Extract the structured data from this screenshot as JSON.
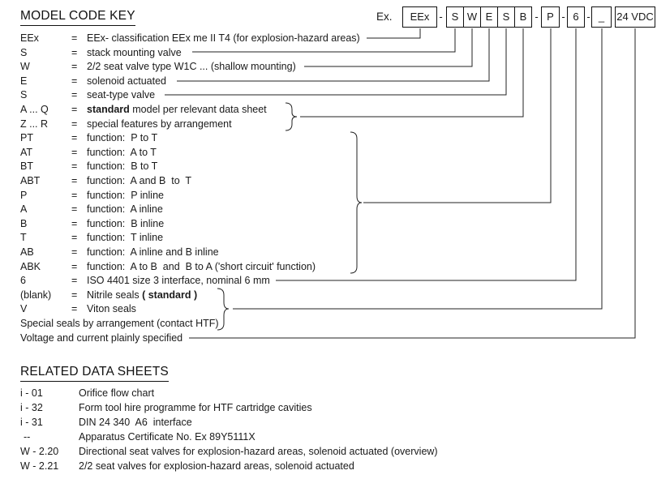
{
  "title": "MODEL CODE KEY",
  "example": {
    "label": "Ex.",
    "dash": "-",
    "boxes": [
      "EEx",
      "S",
      "W",
      "E",
      "S",
      "B",
      "P",
      "6",
      "_",
      "24 VDC"
    ]
  },
  "key": {
    "eq": "=",
    "rows": [
      {
        "code": "EEx",
        "d1": "EEx- classification EEx me II T4 (for explosion-hazard areas)"
      },
      {
        "code": "S",
        "d1": "stack mounting valve"
      },
      {
        "code": "W",
        "d1": "2/2 seat valve type W1C ... (shallow mounting)"
      },
      {
        "code": "E",
        "d1": "solenoid actuated"
      },
      {
        "code": "S",
        "d1": "seat-type valve"
      },
      {
        "code": "A ... Q",
        "b": "standard",
        "d2": " model per relevant data sheet"
      },
      {
        "code": "Z ... R",
        "d1": "special features by arrangement"
      },
      {
        "code": "PT",
        "d1": "function:  P to T"
      },
      {
        "code": "AT",
        "d1": "function:  A to T"
      },
      {
        "code": "BT",
        "d1": "function:  B to T"
      },
      {
        "code": "ABT",
        "d1": "function:  A and B  to  T"
      },
      {
        "code": "P",
        "d1": "function:  P inline"
      },
      {
        "code": "A",
        "d1": "function:  A inline"
      },
      {
        "code": "B",
        "d1": "function:  B inline"
      },
      {
        "code": "T",
        "d1": "function:  T inline"
      },
      {
        "code": "AB",
        "d1": "function:  A inline and B inline"
      },
      {
        "code": "ABK",
        "d1": "function:  A to B  and  B to A ('short circuit' function)"
      },
      {
        "code": "6",
        "d1": "ISO 4401 size 3 interface, nominal 6 mm"
      },
      {
        "code": "(blank)",
        "d1": "Nitrile seals ",
        "b": "( standard )"
      },
      {
        "code": "V",
        "d1": "Viton seals"
      },
      {
        "full": "Special seals by arrangement (contact HTF)"
      },
      {
        "full": "Voltage and current plainly specified"
      }
    ]
  },
  "related": {
    "title": "RELATED DATA SHEETS",
    "rows": [
      {
        "code": "i - 01",
        "desc": "Orifice flow chart"
      },
      {
        "code": "i - 32",
        "desc": "Form tool hire programme for HTF cartridge cavities"
      },
      {
        "code": "i - 31",
        "desc": "DIN 24 340  A6  interface"
      },
      {
        "code": "--",
        "desc": "Apparatus Certificate No. Ex 89Y5111X"
      },
      {
        "code": "W - 2.20",
        "desc": "Directional seat valves for explosion-hazard areas, solenoid actuated (overview)"
      },
      {
        "code": "W - 2.21",
        "desc": "2/2 seat valves for explosion-hazard areas, solenoid actuated"
      }
    ]
  }
}
